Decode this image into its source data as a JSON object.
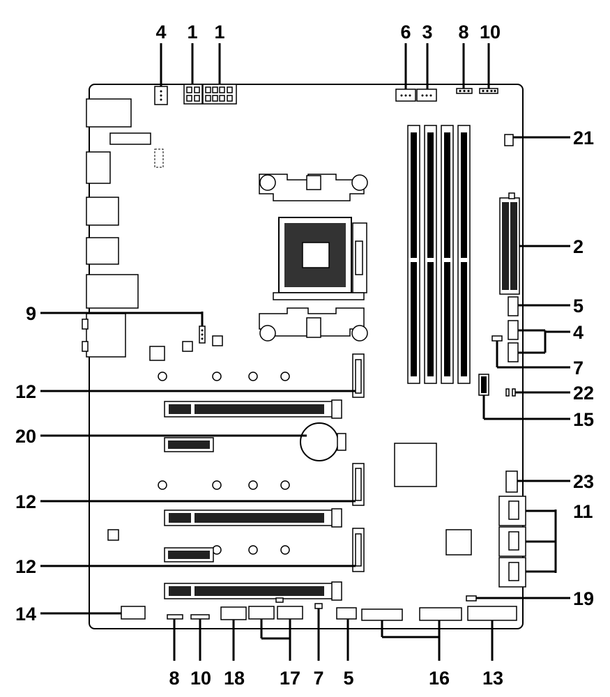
{
  "callouts": {
    "top": [
      "4",
      "1",
      "1",
      "6",
      "3",
      "8",
      "10"
    ],
    "right": [
      "21",
      "2",
      "5",
      "4",
      "7",
      "22",
      "15",
      "23",
      "11",
      "19"
    ],
    "left": [
      "9",
      "12",
      "20",
      "12",
      "12",
      "14"
    ],
    "bottom": [
      "8",
      "10",
      "18",
      "17",
      "7",
      "5",
      "16",
      "13"
    ]
  }
}
